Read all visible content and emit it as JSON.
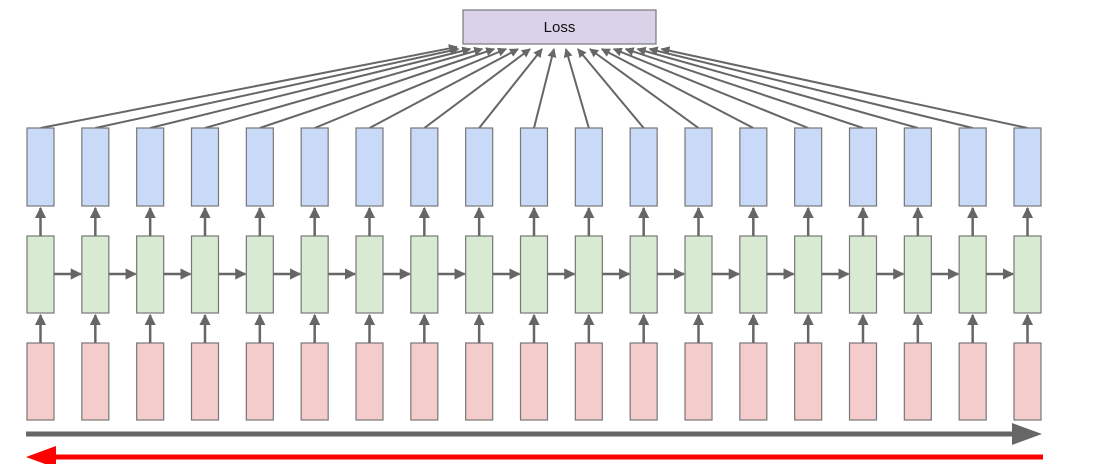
{
  "diagram": {
    "loss_label": "Loss",
    "timesteps": 19,
    "layers": [
      "output",
      "hidden",
      "input"
    ],
    "colors": {
      "loss_fill": "#d9d2e9",
      "output_fill": "#c9daf8",
      "hidden_fill": "#d9ead3",
      "input_fill": "#f4cccc",
      "stroke": "#777777",
      "arrow": "#666666",
      "forward_bar": "#666666",
      "backward_arrow": "#ff0000"
    },
    "bottom_arrows": [
      {
        "name": "forward-time-arrow",
        "direction": "right"
      },
      {
        "name": "backward-time-arrow",
        "direction": "left"
      }
    ]
  }
}
